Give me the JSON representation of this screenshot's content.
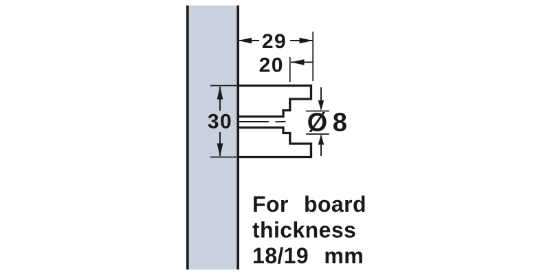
{
  "diagram_type": "fitting-installation-drawing",
  "dims": {
    "edge_distance": "29",
    "drill_depth": "20",
    "fitting_height": "30",
    "bolt_diameter": "Ø 8"
  },
  "note": {
    "line1": "For board",
    "line2": "thickness",
    "line3": "18/19 mm"
  },
  "colors": {
    "board_fill": "#c9d0de",
    "ink": "#191919",
    "background": "#ffffff"
  }
}
